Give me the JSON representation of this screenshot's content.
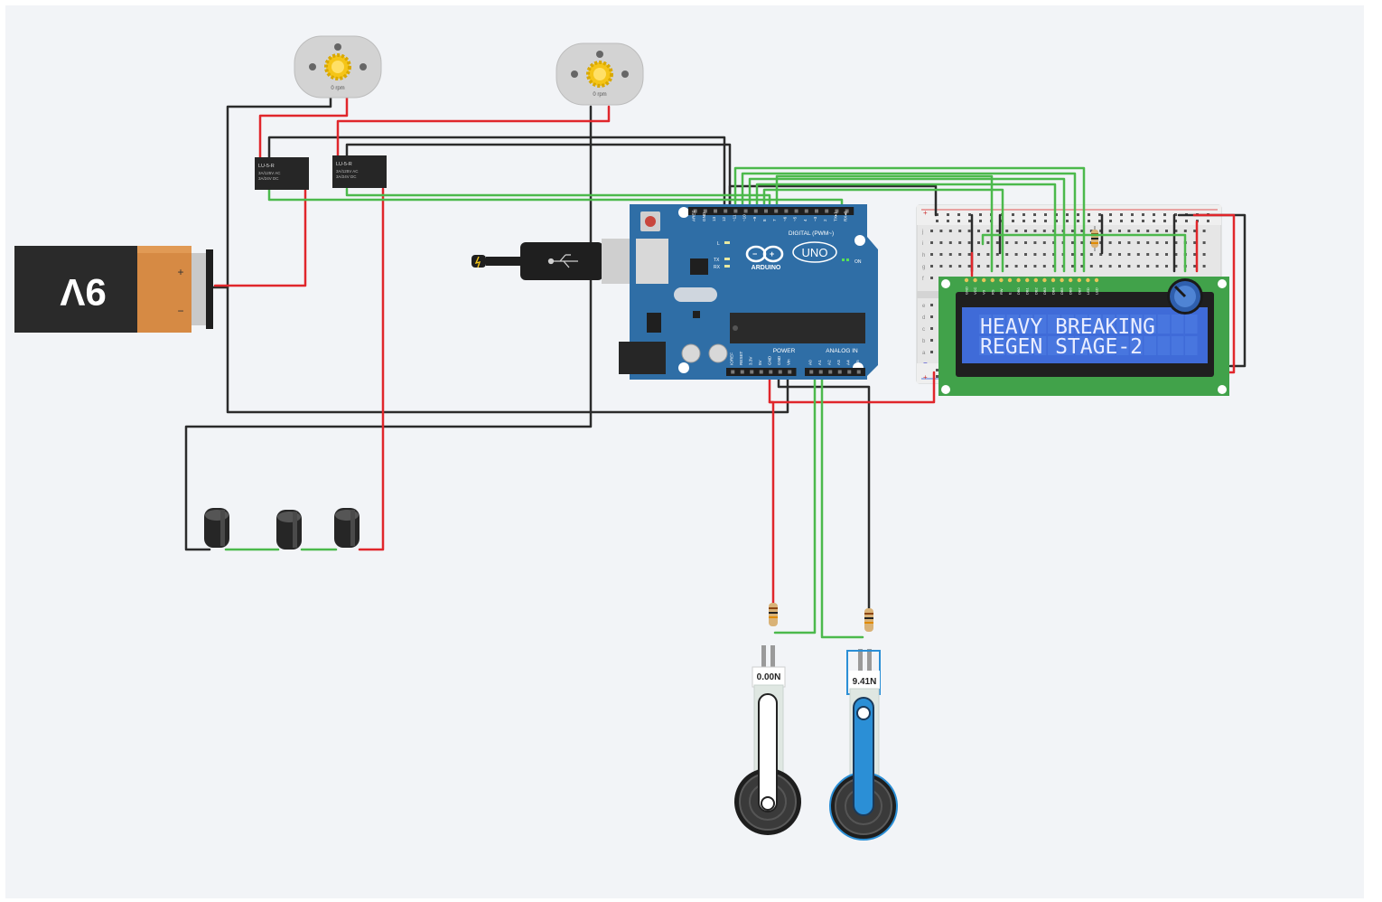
{
  "battery": {
    "label": "9V",
    "plus": "+",
    "minus": "−"
  },
  "motors": [
    {
      "label": "0 rpm"
    },
    {
      "label": "0 rpm"
    }
  ],
  "relays": [
    {
      "model": "LU-5-R",
      "line1": "3A/125V AC",
      "line2": "3A/24V DC"
    },
    {
      "model": "LU-5-R",
      "line1": "3A/125V AC",
      "line2": "3A/24V DC"
    }
  ],
  "arduino": {
    "brand": "ARDUINO",
    "model": "UNO",
    "digital_label": "DIGITAL (PWM~)",
    "power_label": "POWER",
    "analog_label": "ANALOG IN",
    "on_label": "ON",
    "led_labels": [
      "L",
      "TX",
      "RX"
    ],
    "digital_pins": [
      "AREF",
      "GND",
      "13",
      "12",
      "~11",
      "~10",
      "~9",
      "8",
      "7",
      "~6",
      "~5",
      "4",
      "~3",
      "2",
      "TX▸1",
      "RX◂0"
    ],
    "power_pins": [
      "IOREF",
      "RESET",
      "3.3V",
      "5V",
      "GND",
      "GND",
      "Vin"
    ],
    "analog_pins": [
      "A0",
      "A1",
      "A2",
      "A3",
      "A4",
      "A5"
    ]
  },
  "lcd": {
    "line1": "HEAVY BREAKING",
    "line2": "REGEN STAGE-2",
    "pins": [
      "GND",
      "VCC",
      "V0",
      "RS",
      "RW",
      "E",
      "DB0",
      "DB1",
      "DB2",
      "DB3",
      "DB4",
      "DB5",
      "DB6",
      "DB7",
      "LED",
      "LED"
    ]
  },
  "breadboard": {
    "row_letters": [
      "j",
      "i",
      "h",
      "g",
      "f",
      "e",
      "d",
      "c",
      "b",
      "a"
    ],
    "rail_plus": "+",
    "rail_minus": "−"
  },
  "force_sensors": [
    {
      "reading": "0.00N"
    },
    {
      "reading": "9.41N"
    }
  ],
  "colors": {
    "wire_black": "#2b2b2b",
    "wire_red": "#e0262b",
    "wire_green": "#4cb94c",
    "arduino_blue": "#2f6ea6",
    "lcd_screen": "#3f6bd8",
    "lcd_board": "#41a24a",
    "sensor_blue": "#2b8fd6"
  }
}
